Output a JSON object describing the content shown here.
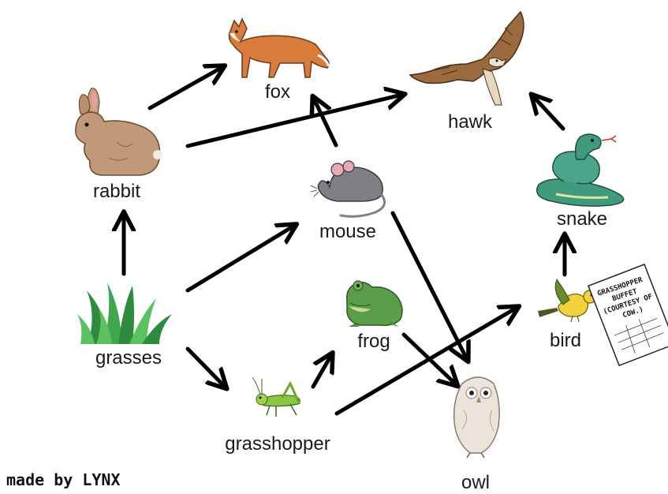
{
  "nodes": {
    "fox": "fox",
    "hawk": "hawk",
    "rabbit": "rabbit",
    "mouse": "mouse",
    "snake": "snake",
    "grasses": "grasses",
    "frog": "frog",
    "bird": "bird",
    "grasshopper": "grasshopper",
    "owl": "owl"
  },
  "bird_note": [
    "GRASSHOPPER",
    "BUFFET",
    "(COURTESY OF",
    "COW.)"
  ],
  "credit": "made by LYNX",
  "icons": {
    "fox": "fox-icon",
    "hawk": "hawk-icon",
    "rabbit": "rabbit-icon",
    "mouse": "mouse-icon",
    "snake": "snake-icon",
    "grasses": "grass-icon",
    "frog": "frog-icon",
    "bird": "bird-icon",
    "grasshopper": "grasshopper-icon",
    "owl": "owl-icon"
  },
  "edges": [
    [
      "rabbit",
      "fox"
    ],
    [
      "rabbit",
      "hawk"
    ],
    [
      "mouse",
      "fox"
    ],
    [
      "mouse",
      "owl"
    ],
    [
      "grasses",
      "rabbit"
    ],
    [
      "grasses",
      "mouse"
    ],
    [
      "grasses",
      "grasshopper"
    ],
    [
      "grasshopper",
      "frog"
    ],
    [
      "grasshopper",
      "bird"
    ],
    [
      "frog",
      "owl"
    ],
    [
      "bird",
      "snake"
    ],
    [
      "snake",
      "hawk"
    ]
  ]
}
